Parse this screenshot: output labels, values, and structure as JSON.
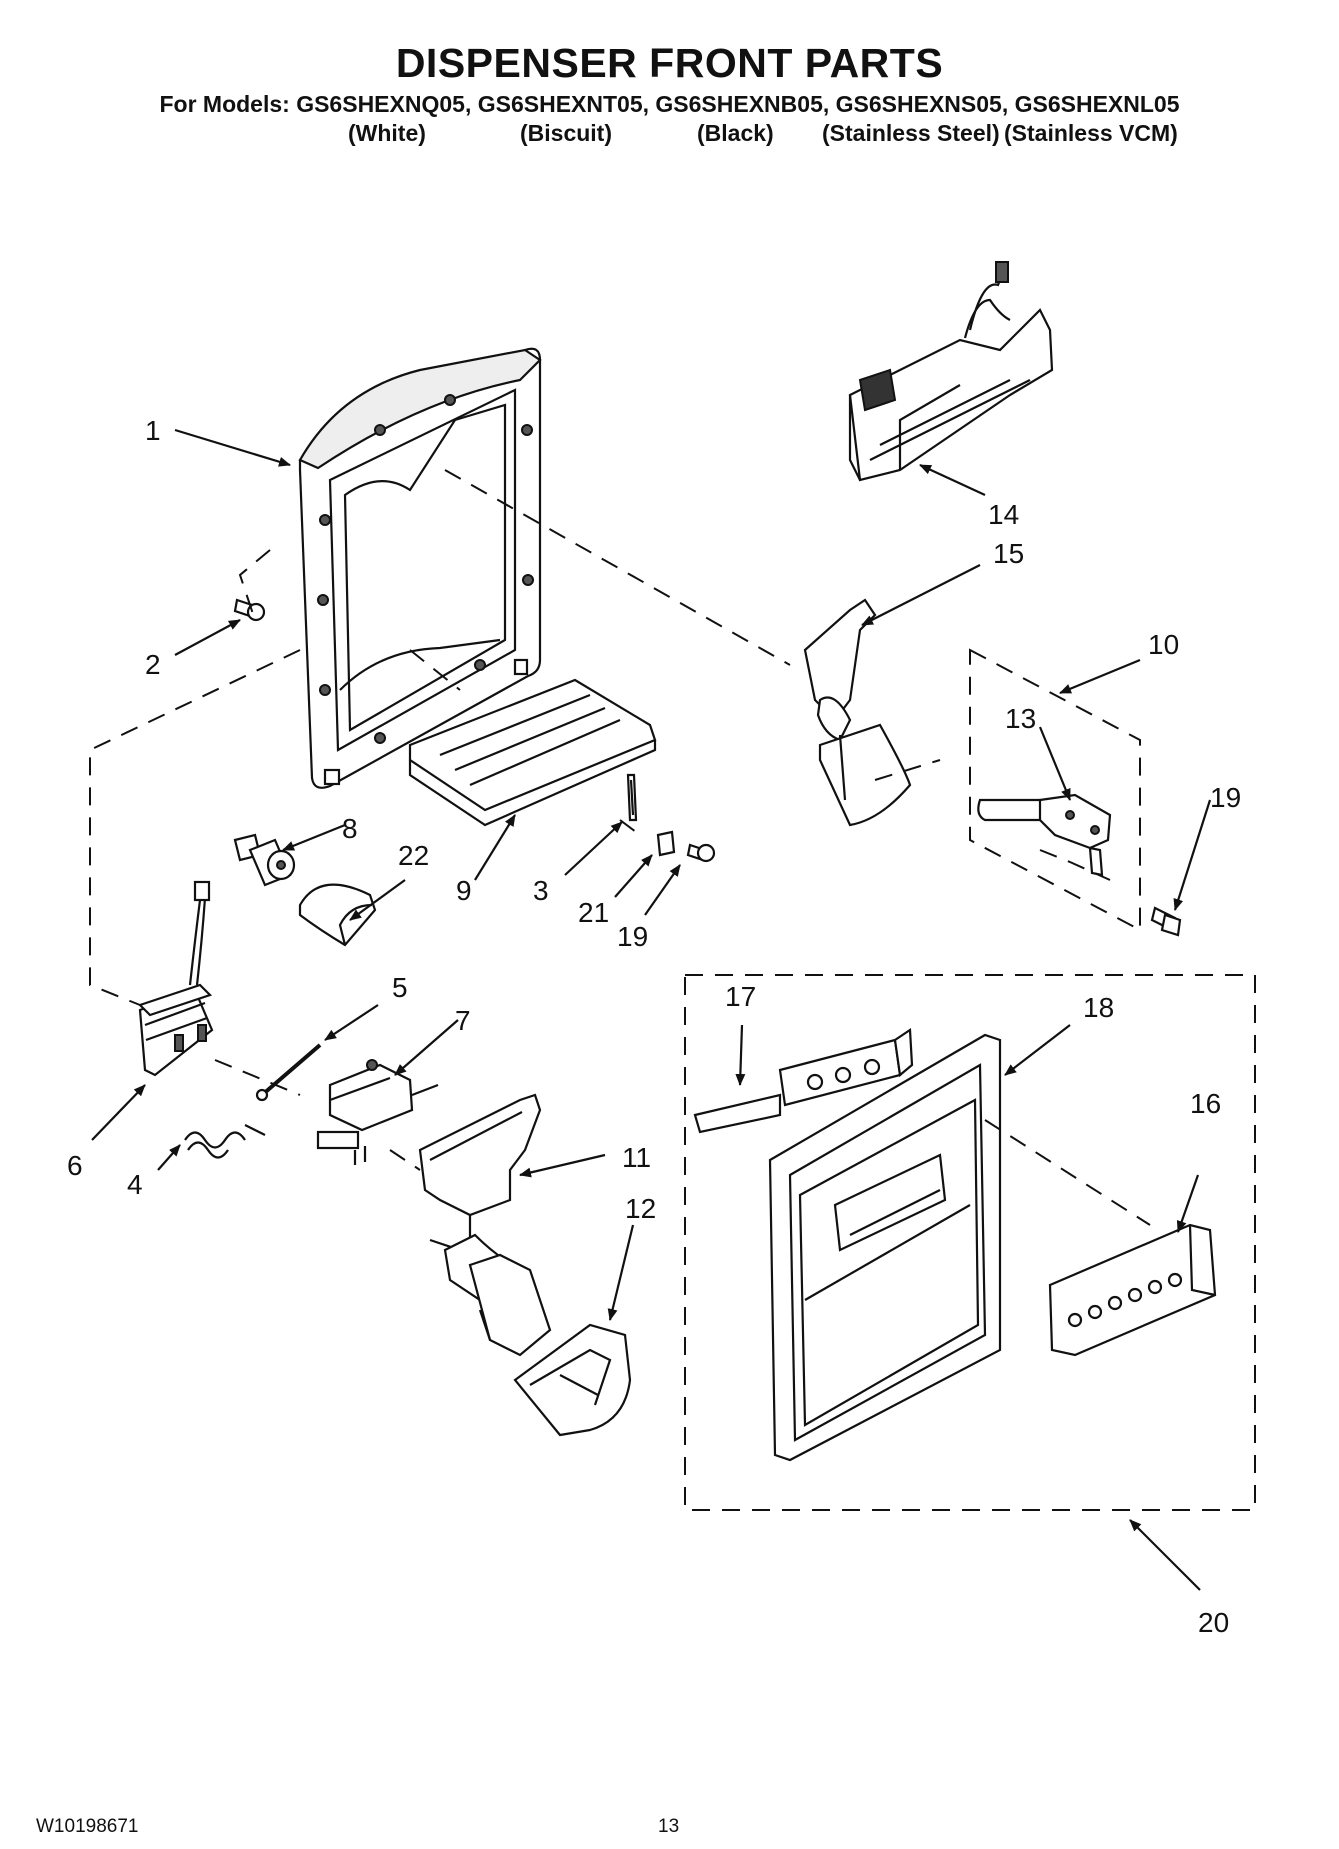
{
  "title": "DISPENSER FRONT PARTS",
  "models_line": "For Models: GS6SHEXNQ05, GS6SHEXNT05, GS6SHEXNB05, GS6SHEXNS05, GS6SHEXNL05",
  "variants": [
    "(White)",
    "(Biscuit)",
    "(Black)",
    "(Stainless Steel)",
    "(Stainless VCM)"
  ],
  "callouts": [
    "1",
    "2",
    "3",
    "4",
    "5",
    "6",
    "7",
    "8",
    "9",
    "10",
    "11",
    "12",
    "13",
    "14",
    "15",
    "16",
    "17",
    "18",
    "19",
    "19",
    "20",
    "21",
    "22"
  ],
  "footer": {
    "doc_number": "W10198671",
    "page_number": "13"
  }
}
